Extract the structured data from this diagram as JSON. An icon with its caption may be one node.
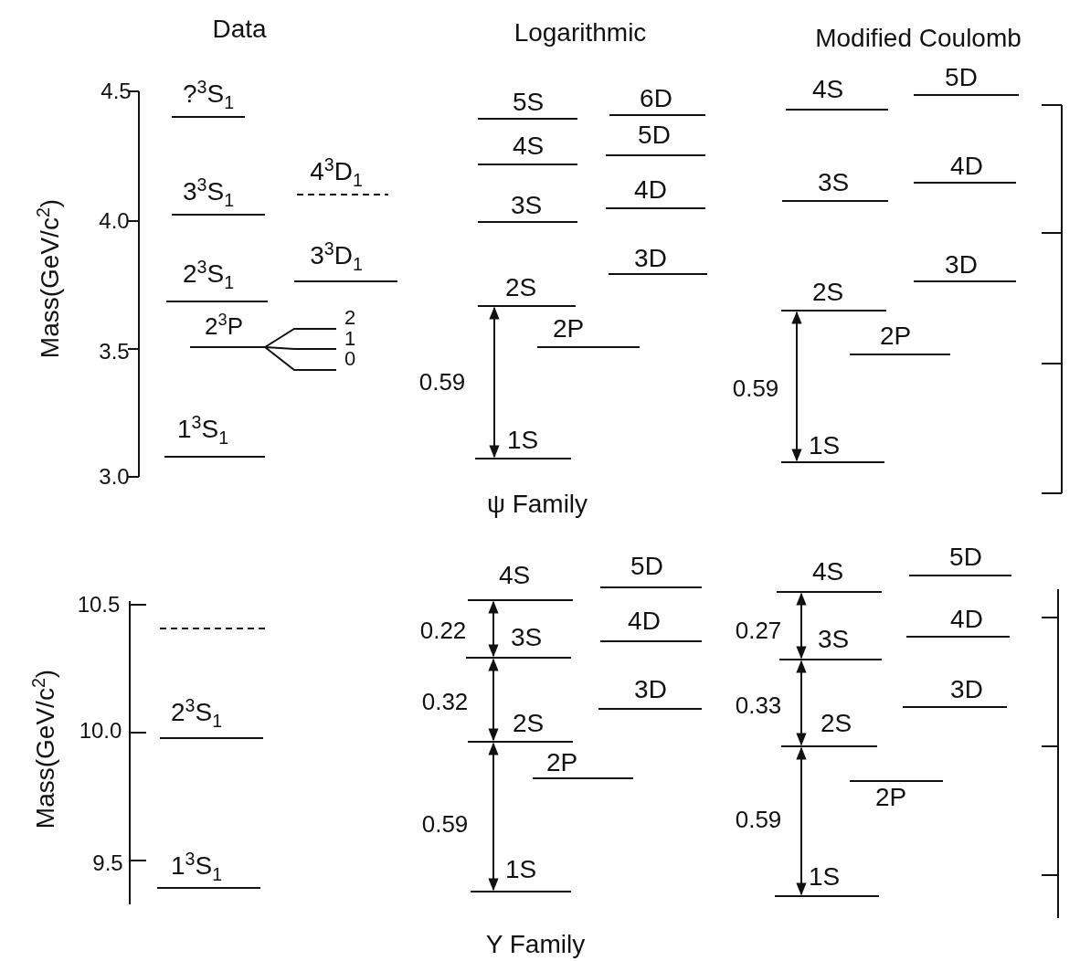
{
  "diagram": {
    "labels": [
      "Data",
      "Logarithmic",
      "Modified Coulomb",
      "Mass(GeV/c$^{2}$)",
      "4.5",
      "4.0",
      "3.5",
      "3.0",
      "?$^{3}$S$_{1}$",
      "3$^{3}$S$_{1}$",
      "4$^{3}$D$_{1}$",
      "2$^{3}$S$_{1}$",
      "3$^{3}$D$_{1}$",
      "2$^{3}$P",
      "2",
      "1",
      "0",
      "1$^{3}$S$_{1}$",
      "5S",
      "6D",
      "5D",
      "4S",
      "4D",
      "3S",
      "3D",
      "2S",
      "2P",
      "0.59",
      "1S",
      "4S",
      "5D",
      "4D",
      "3S",
      "3D",
      "2S",
      "2P",
      "0.59",
      "1S",
      "ψ Family",
      "Mass(GeV/c$^{2}$)",
      "10.5",
      "10.0",
      "9.5",
      "2$^{3}$S$_{1}$",
      "1$^{3}$S$_{1}$",
      "4S",
      "5D",
      "0.22",
      "3S",
      "4D",
      "0.32",
      "3D",
      "2S",
      "2P",
      "0.59",
      "1S",
      "4S",
      "5D",
      "0.27",
      "3S",
      "4D",
      "0.33",
      "3D",
      "2S",
      "2P",
      "0.59",
      "1S",
      "Υ Family"
    ]
  }
}
